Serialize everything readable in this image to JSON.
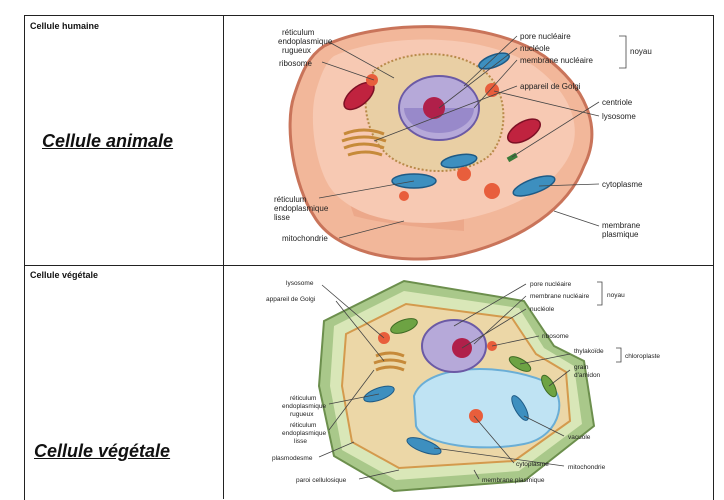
{
  "animal": {
    "header": "Cellule humaine",
    "title": "Cellule animale",
    "labels": {
      "rer": [
        "réticulum",
        "endoplasmique",
        "rugueux"
      ],
      "ribosome": "ribosome",
      "pore": "pore nucléaire",
      "nucleole": "nucléole",
      "membrane_nucl": "membrane nucléaire",
      "noyau": "noyau",
      "golgi": "appareil de Golgi",
      "centriole": "centriole",
      "lysosome": "lysosome",
      "rel": [
        "réticulum",
        "endoplasmique",
        "lisse"
      ],
      "cytoplasme": "cytoplasme",
      "mitochondrie": "mitochondrie",
      "membrane_plasm": [
        "membrane",
        "plasmique"
      ]
    }
  },
  "plant": {
    "header": "Cellule végétale",
    "title": "Cellule végétale",
    "labels": {
      "lysosome": "lysosome",
      "golgi": "appareil de Golgi",
      "pore": "pore nucléaire",
      "membrane_nucl": "membrane nucléaire",
      "noyau": "noyau",
      "nucleole": "nucléole",
      "ribosome": "ribosome",
      "thylakoide": "thylakoïde",
      "chloroplaste": "chloroplaste",
      "amidon": [
        "grain",
        "d'amidon"
      ],
      "rer": [
        "réticulum",
        "endoplasmique",
        "rugueux"
      ],
      "rel": [
        "réticulum",
        "endoplasmique",
        "lisse"
      ],
      "plasmodesme": "plasmodesme",
      "vacuole": "vacuole",
      "cytoplasme": "cytoplasme",
      "mitochondrie": "mitochondrie",
      "paroi": "paroi cellulosique",
      "membrane_plasm": "membrane plasmique"
    }
  }
}
